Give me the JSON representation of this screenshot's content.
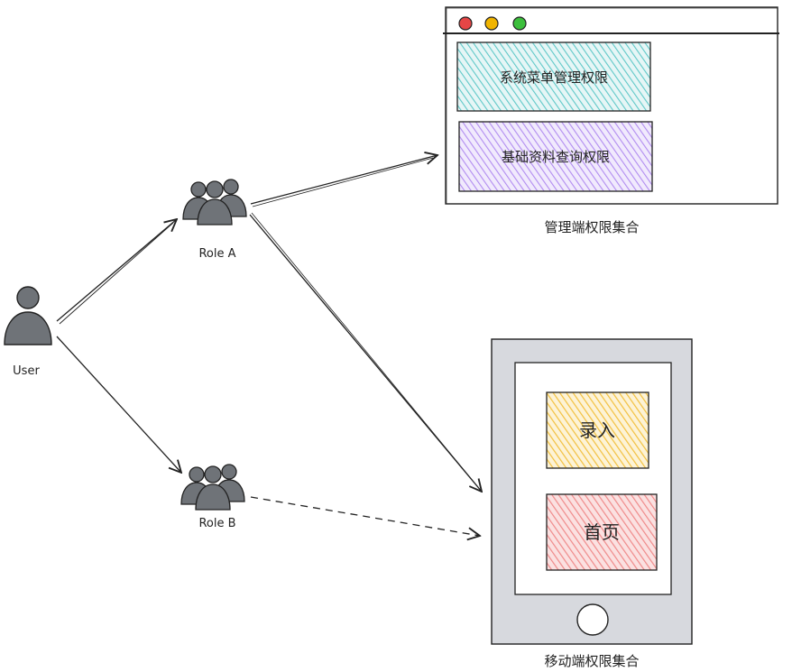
{
  "nodes": {
    "user": {
      "label": "User"
    },
    "role_a": {
      "label": "Role A"
    },
    "role_b": {
      "label": "Role B"
    }
  },
  "admin_window": {
    "caption": "管理端权限集合",
    "items": [
      {
        "label": "系统菜单管理权限",
        "color": "#5fc8c8"
      },
      {
        "label": "基础资料查询权限",
        "color": "#b18cf0"
      }
    ],
    "traffic_lights": [
      "#e64646",
      "#f0b400",
      "#3cbf3c"
    ]
  },
  "mobile_device": {
    "caption": "移动端权限集合",
    "items": [
      {
        "label": "录入",
        "color": "#f5c84a"
      },
      {
        "label": "首页",
        "color": "#f08080"
      }
    ]
  }
}
